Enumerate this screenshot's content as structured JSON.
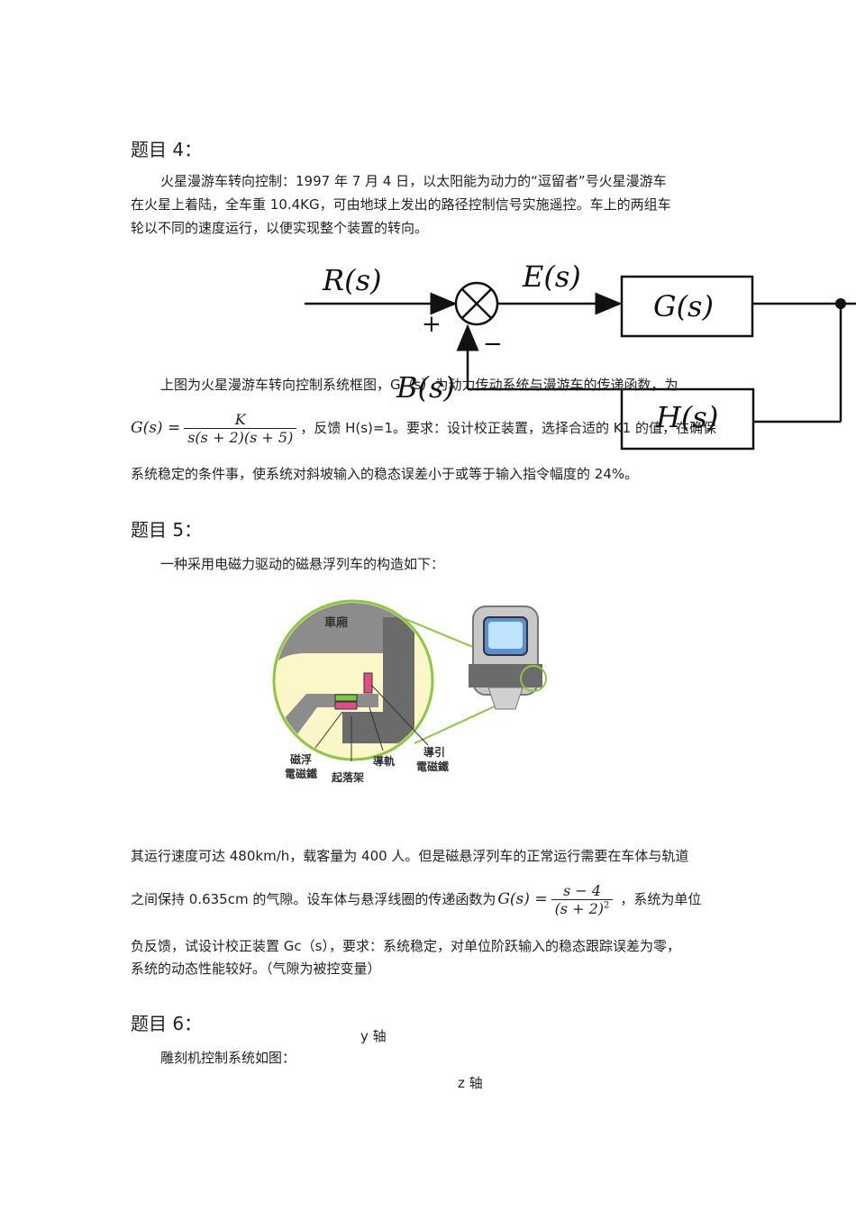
{
  "q4": {
    "heading": "题目 4：",
    "para1_line1": "火星漫游车转向控制：1997 年 7 月 4 日，以太阳能为动力的“逗留者”号火星漫游车",
    "para1_line2": "在火星上着陆，全车重  10.4KG，可由地球上发出的路径控制信号实施遥控。车上的两组车",
    "para1_line3": "轮以不同的速度运行，以便实现整个装置的转向。",
    "diagram": {
      "R": "R(s)",
      "E": "E(s)",
      "G": "G(s)",
      "H": "H(s)",
      "B": "B(s)",
      "plus": "+",
      "minus": "−"
    },
    "para2_line1": "上图为火星漫游车转向控制系统框图，G（s）为动力传动系统与漫游车的传递函数，为",
    "formula_lhs": "G(s) =",
    "formula_num": "K",
    "formula_den": "s(s + 2)(s + 5)",
    "para2_line2_rest": "，反馈 H(s)=1。要求：设计校正装置，选择合适的 K1 的值，在确保",
    "para2_line3": "系统稳定的条件事，使系统对斜坡输入的稳态误差小于或等于输入指令幅度的 24%。"
  },
  "q5": {
    "heading": "题目 5：",
    "intro": "一种采用电磁力驱动的磁悬浮列车的构造如下：",
    "figure_labels": {
      "car": "車廂",
      "lev_magnet_1": "磁浮",
      "lev_magnet_2": "電磁鐵",
      "rail": "導軌",
      "guide_magnet_1": "導引",
      "guide_magnet_2": "電磁鐵",
      "lift_frame": "起落架"
    },
    "line1": "其运行速度可达 480km/h，载客量为 400 人。但是磁悬浮列车的正常运行需要在车体与轨道",
    "line2_pre": "之间保持 0.635cm 的气隙。设车体与悬浮线圈的传递函数为",
    "formula_lhs": "G(s) =",
    "formula_num": "s − 4",
    "formula_den": "(s + 2)",
    "formula_den_exp": "2",
    "line2_post": "，系统为单位",
    "line3": "负反馈，试设计校正装置 Gc（s），要求：系统稳定，对单位阶跃输入的稳态跟踪误差为零，",
    "line4": "系统的动态性能较好。（气隙为被控变量）"
  },
  "q6": {
    "heading": "题目 6：",
    "intro": "雕刻机控制系统如图：",
    "y_axis": "y 轴",
    "z_axis": "z 轴"
  }
}
